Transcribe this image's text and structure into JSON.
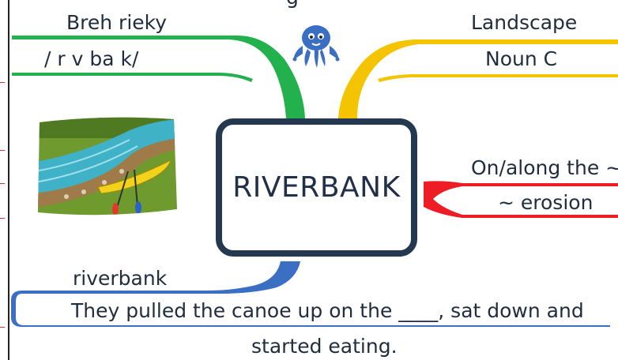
{
  "top_fragment": "g",
  "branches": {
    "top_left": {
      "line1": "Breh rieky",
      "line2": "/ r v ba k/",
      "color": "#23b14d"
    },
    "top_right": {
      "line1": "Landscape",
      "line2": "Noun C",
      "color": "#f5c400"
    },
    "right": {
      "line1": "On/along the ~",
      "line2": "~ erosion",
      "color": "#ee1c24"
    },
    "bottom": {
      "word": "riverbank",
      "color": "#3b6fc4"
    }
  },
  "center": {
    "title": "RIVERBANK",
    "border_color": "#24384f"
  },
  "example": {
    "line1": "They pulled the canoe up on the ____, sat down and",
    "line2": "started eating."
  },
  "icons": [
    "octopus-icon",
    "riverbank-canoe-illustration"
  ]
}
